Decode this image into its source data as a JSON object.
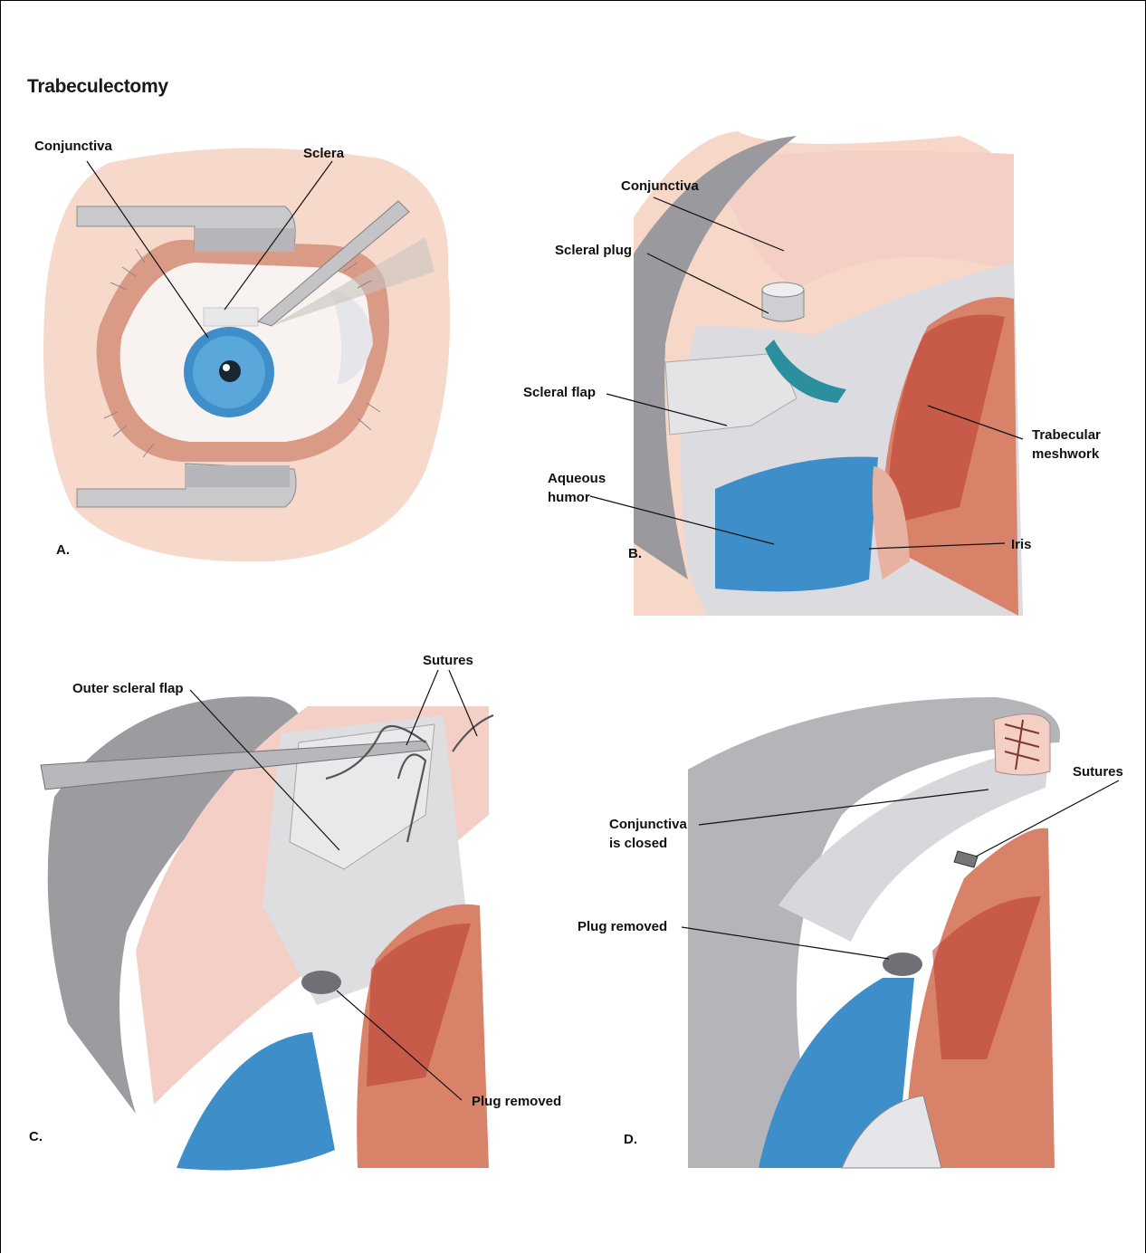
{
  "figure": {
    "title": "Trabeculectomy",
    "colors": {
      "skin": "#f6d7c8",
      "sclera": "#efefef",
      "iris": "#3e8fc9",
      "tissue": "#d9826a",
      "muscle": "#b83a2c",
      "conjunctiva": "#f3cfc6"
    }
  },
  "panels": {
    "a": {
      "letter": "A.",
      "labels": {
        "conjunctiva": "Conjunctiva",
        "sclera": "Sclera"
      }
    },
    "b": {
      "letter": "B.",
      "labels": {
        "conjunctiva": "Conjunctiva",
        "scleral_plug": "Scleral plug",
        "scleral_flap": "Scleral flap",
        "aqueous_line1": "Aqueous",
        "aqueous_line2": "humor",
        "trabecular_line1": "Trabecular",
        "trabecular_line2": "meshwork",
        "iris": "Iris"
      }
    },
    "c": {
      "letter": "C.",
      "labels": {
        "outer_flap": "Outer scleral flap",
        "sutures": "Sutures",
        "plug_removed": "Plug removed"
      }
    },
    "d": {
      "letter": "D.",
      "labels": {
        "sutures": "Sutures",
        "conj_line1": "Conjunctiva",
        "conj_line2": "is closed",
        "plug_removed": "Plug removed"
      }
    }
  }
}
